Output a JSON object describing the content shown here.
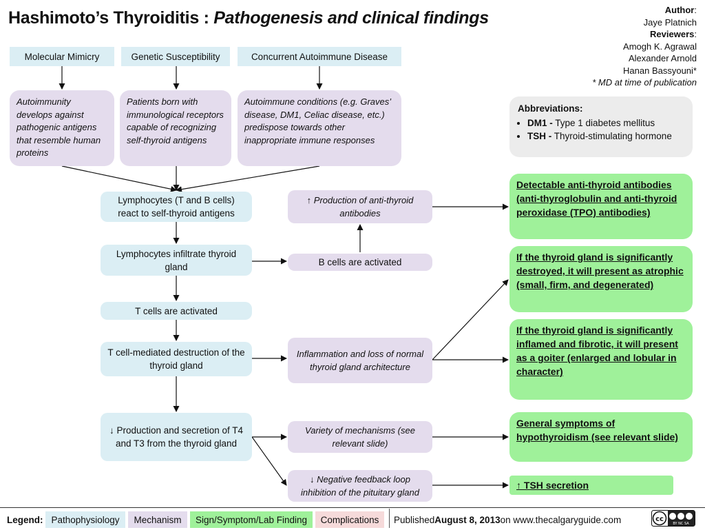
{
  "title": {
    "main": "Hashimoto’s Thyroiditis : ",
    "sub": "Pathogenesis and clinical findings"
  },
  "author": {
    "author_label": "Author",
    "author_colon": ":",
    "author_name": "Jaye Platnich",
    "reviewers_label": "Reviewers",
    "reviewers_colon": ":",
    "reviewer_1": "Amogh K. Agrawal",
    "reviewer_2": "Alexander Arnold",
    "reviewer_3": "Hanan Bassyouni*",
    "note": "* MD at time of publication"
  },
  "causes": {
    "molecular_mimicry": "Molecular Mimicry",
    "genetic_susceptibility": "Genetic Susceptibility",
    "concurrent_autoimmune": "Concurrent Autoimmune Disease"
  },
  "cause_details": {
    "mimicry_detail": "Autoimmunity develops against pathogenic antigens that resemble human proteins",
    "genetic_detail": "Patients born with immunological receptors capable of recognizing self-thyroid antigens",
    "autoimmune_detail": "Autoimmune conditions (e.g. Graves’ disease, DM1, Celiac disease, etc.) predispose towards other inappropriate immune responses"
  },
  "abbreviations": {
    "heading": "Abbreviations:",
    "items": [
      {
        "term": "DM1 -",
        "definition": " Type 1 diabetes mellitus"
      },
      {
        "term": "TSH -",
        "definition": " Thyroid-stimulating hormone"
      }
    ]
  },
  "pathway": {
    "lymphocytes_react": "Lymphocytes (T and B cells) react to self-thyroid antigens",
    "lymphocytes_infiltrate": "Lymphocytes infiltrate thyroid gland",
    "t_cells_activated": "T cells are activated",
    "t_cell_destruction": "T cell-mediated destruction of the thyroid gland",
    "decreased_production": "↓ Production and secretion of T4 and T3 from the thyroid gland"
  },
  "mechanisms": {
    "anti_thyroid_antibodies": "↑ Production of anti-thyroid antibodies",
    "b_cells_activated": "B cells are activated",
    "inflammation": "Inflammation and loss of normal thyroid gland architecture",
    "variety_mechanisms": "Variety of mechanisms (see relevant slide)",
    "negative_feedback": "↓ Negative feedback loop inhibition of the pituitary gland"
  },
  "findings": {
    "detectable_antibodies": "Detectable anti-thyroid antibodies (anti-thyroglobulin and anti-thyroid peroxidase (TPO) antibodies)",
    "atrophic": "If the thyroid gland is significantly destroyed, it will present as atrophic (small, firm, and degenerated)",
    "goiter": "If the thyroid gland is significantly inflamed and fibrotic, it will present as a goiter (enlarged and lobular in character)",
    "hypothyroidism": "General symptoms of hypothyroidism (see relevant slide)",
    "tsh": "↑ TSH secretion"
  },
  "legend": {
    "label": "Legend:",
    "pathophysiology": "Pathophysiology",
    "mechanism": "Mechanism",
    "sign_symptom": "Sign/Symptom/Lab Finding",
    "complications": "Complications",
    "published_prefix": "Published ",
    "published_date": "August 8, 2013",
    "published_suffix": " on www.thecalgaryguide.com",
    "license_text": "BY NC SA"
  },
  "colors": {
    "pathophysiology": "#dbeef4",
    "mechanism": "#e4dced",
    "finding": "#9ff19a",
    "complications": "#f6dada",
    "abbreviations_bg": "#ececec"
  }
}
